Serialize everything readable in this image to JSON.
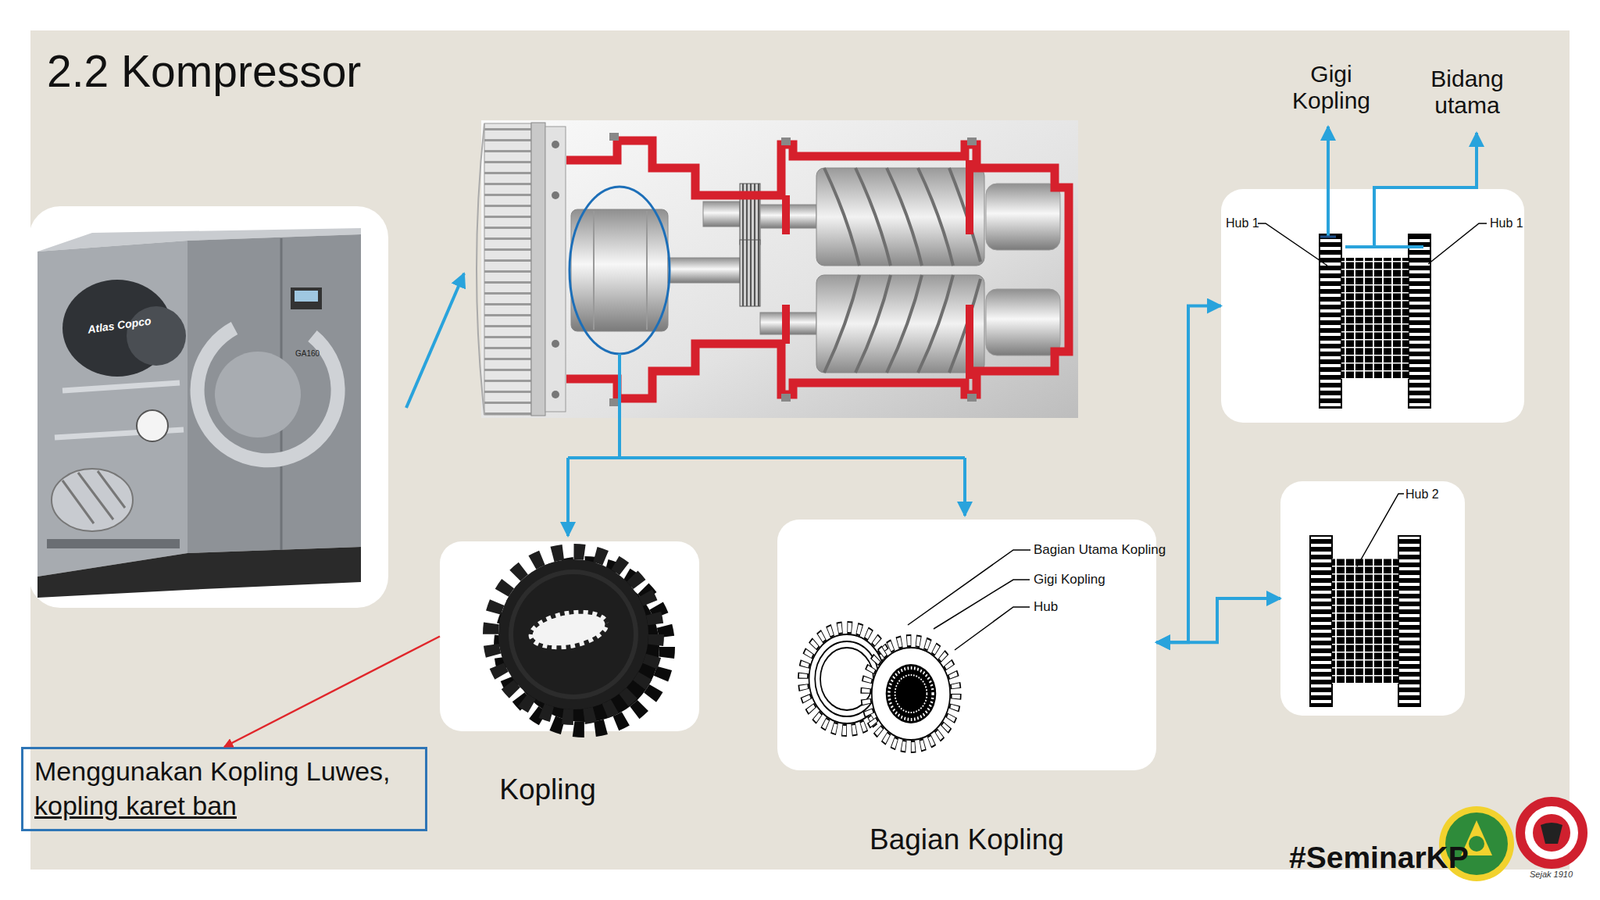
{
  "diagram": {
    "title": "2.2 Kompressor",
    "nodes": [
      {
        "text": [
          "Hub 1",
          "Hub 1"
        ]
      },
      {
        "text": [
          "Hub 2"
        ]
      },
      {
        "text": [
          "Bagian Utama Kopling",
          "Gigi Kopling",
          "Hub",
          "Bagian Kopling"
        ]
      },
      {
        "text": [
          "Kopling"
        ]
      },
      {
        "text": [
          "Menggunakan Kopling Luwes,",
          "kopling karet ban"
        ]
      }
    ],
    "edges": [
      {
        "from": 2,
        "to": 0,
        "arrow": "both"
      },
      {
        "from": 2,
        "to": 1,
        "arrow": "both"
      },
      {
        "from": 3,
        "to": 4,
        "arrow": "to"
      }
    ],
    "labels": [
      "Gigi Kopling",
      "Bidang utama",
      "Atlas Copco",
      "GA160",
      "#SeminarKP",
      "Sejak 1910"
    ]
  }
}
